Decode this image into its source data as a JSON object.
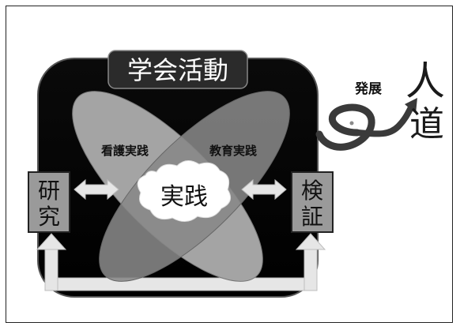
{
  "diagram": {
    "title": "学会活動",
    "ellipse_left_label": "看護実践",
    "ellipse_right_label": "教育実践",
    "center_label": "実践",
    "left_box_label_line1": "研",
    "left_box_label_line2": "究",
    "right_box_label_line1": "検",
    "right_box_label_line2": "証",
    "growth_label": "発展",
    "goal_label_line1": "人",
    "goal_label_line2": "道"
  },
  "colors": {
    "background": "#ffffff",
    "board": "#000000",
    "title_box": "#2b2b2b",
    "ellipse_left": "#9a9a9a",
    "ellipse_right": "#8a8a8a",
    "side_box": "#9a9a9a",
    "arrow_fill": "#e6e6e6",
    "text_light": "#ffffff",
    "text_dark": "#111111"
  }
}
